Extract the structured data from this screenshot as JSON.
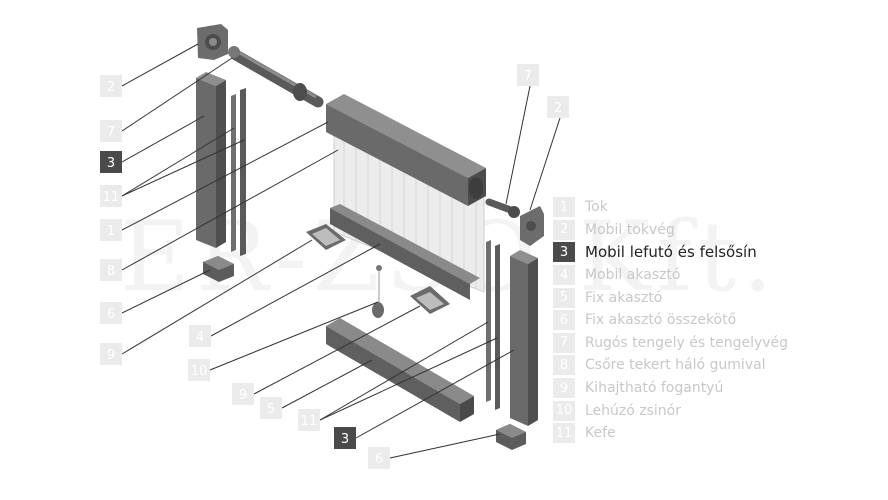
{
  "watermark": "ER-ZSO Kft.",
  "colors": {
    "callout_box": "#ebebeb",
    "callout_box_active": "#4a4a4a",
    "callout_text": "#ffffff",
    "legend_text": "#c8c8c8",
    "legend_text_active": "#222222",
    "part_dark": "#5f5f5f",
    "part_mid": "#7a7a7a",
    "part_light": "#9a9a9a",
    "leader_line": "#333333"
  },
  "callouts_left": [
    "2",
    "7",
    "3",
    "11",
    "1",
    "8",
    "6",
    "9",
    "4",
    "10",
    "9",
    "5",
    "11",
    "3",
    "6"
  ],
  "callouts_right": [
    "7",
    "2"
  ],
  "legend": {
    "active_number": "3",
    "items": [
      {
        "number": "1",
        "label": "Tok"
      },
      {
        "number": "2",
        "label": "Mobil tokvég"
      },
      {
        "number": "3",
        "label": "Mobil lefutó és felsősín"
      },
      {
        "number": "4",
        "label": "Mobil akasztó"
      },
      {
        "number": "5",
        "label": "Fix akasztó"
      },
      {
        "number": "6",
        "label": "Fix akasztó összekötő"
      },
      {
        "number": "7",
        "label": "Rugós tengely és tengelyvég"
      },
      {
        "number": "8",
        "label": "Csőre tekert háló gumival"
      },
      {
        "number": "9",
        "label": "Kihajtható fogantyú"
      },
      {
        "number": "10",
        "label": "Lehúzó zsinór"
      },
      {
        "number": "11",
        "label": "Kefe"
      }
    ]
  }
}
